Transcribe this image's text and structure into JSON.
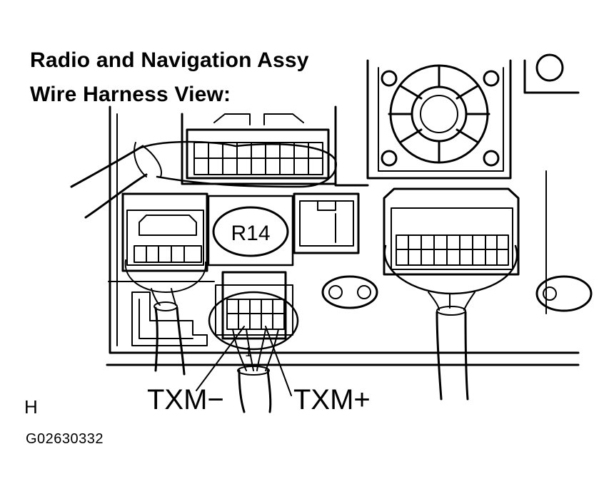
{
  "title": {
    "line1": "Radio and Navigation Assy",
    "line2": "Wire Harness View:"
  },
  "connector": {
    "id": "R14",
    "pin_marker": "1"
  },
  "callouts": {
    "minus": "TXM−",
    "plus": "TXM+"
  },
  "corner_label": "H",
  "figure_id": "G02630332"
}
